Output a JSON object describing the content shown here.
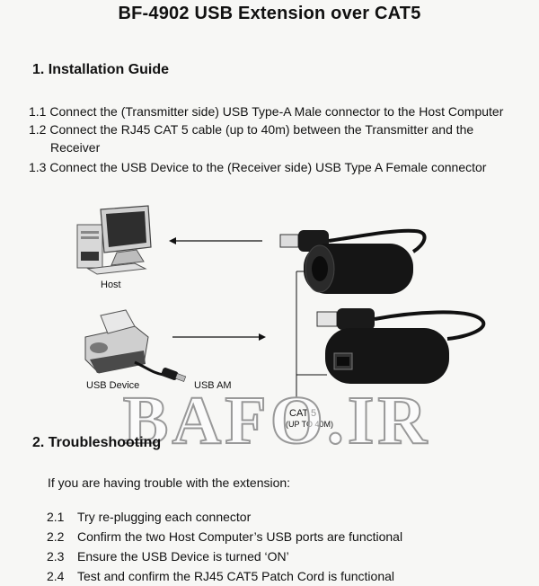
{
  "title": "BF-4902 USB Extension over CAT5",
  "installation": {
    "heading": "1. Installation Guide",
    "steps": [
      {
        "text": "1.1 Connect the (Transmitter side) USB Type-A Male connector to the Host Computer"
      },
      {
        "text": "1.2 Connect the RJ45 CAT 5 cable (up to 40m) between the Transmitter and the",
        "cont": "Receiver"
      },
      {
        "text": "1.3 Connect the USB Device to the (Receiver side) USB Type A Female connector"
      }
    ]
  },
  "diagram": {
    "host_label": "Host",
    "usb_device_label": "USB Device",
    "usb_am_label": "USB AM",
    "cat5_label": "CAT 5",
    "cat5_sub": "(UP TO 40M)"
  },
  "watermark": "BAFO.IR",
  "troubleshooting": {
    "heading": "2. Troubleshooting",
    "intro": "If you are having trouble with the extension:",
    "items": [
      {
        "num": "2.1",
        "text": "Try re-plugging each connector"
      },
      {
        "num": "2.2",
        "text": "Confirm the two Host Computer’s USB ports are functional"
      },
      {
        "num": "2.3",
        "text": "Ensure the USB Device is turned ‘ON’"
      },
      {
        "num": "2.4",
        "text": "Test and confirm the RJ45 CAT5 Patch Cord is functional"
      }
    ]
  }
}
